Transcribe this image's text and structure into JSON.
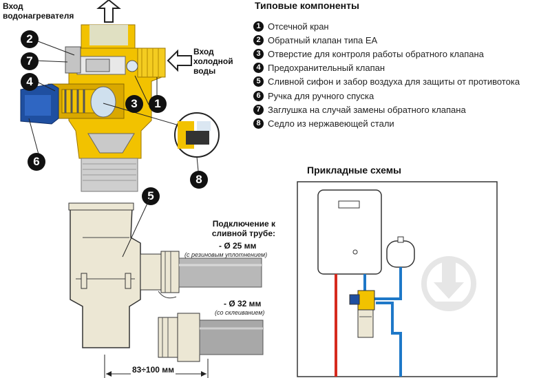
{
  "labels": {
    "heater_inlet": "Вход водонагревателя",
    "cold_inlet": "Вход холодной воды",
    "drain_connection": "Подключение к сливной трубе:",
    "dia25": "- Ø 25 мм",
    "dia25_note": "(с резиновым уплотнением)",
    "dia32": "- Ø 32 мм",
    "dia32_note": "(со склеиванием)",
    "distance": "83÷100 мм",
    "applied_schemes": "Прикладные схемы"
  },
  "components": {
    "title": "Типовые компоненты",
    "items": [
      {
        "num": "1",
        "text": "Отсечной кран"
      },
      {
        "num": "2",
        "text": "Обратный клапан типа EA"
      },
      {
        "num": "3",
        "text": "Отверстие для контроля работы обратного клапана"
      },
      {
        "num": "4",
        "text": "Предохранительный клапан"
      },
      {
        "num": "5",
        "text": "Сливной сифон и забор воздуха для защиты от противотока"
      },
      {
        "num": "6",
        "text": "Ручка для ручного спуска"
      },
      {
        "num": "7",
        "text": "Заглушка на случай замены обратного клапана"
      },
      {
        "num": "8",
        "text": "Седло из нержавеющей стали"
      }
    ]
  },
  "markers": {
    "m1": "1",
    "m2": "2",
    "m3": "3",
    "m4": "4",
    "m5": "5",
    "m6": "6",
    "m7": "7",
    "m8": "8"
  },
  "colors": {
    "brass": "#f2c200",
    "brass_dark": "#c99700",
    "steel": "#b8b8b8",
    "knob_blue": "#1f4fa0",
    "siphon": "#ece7d4",
    "hot_pipe": "#d62a1e",
    "cold_pipe": "#1e78c8",
    "watermark": "#e6e6e6"
  },
  "icons": [
    "arrow-up-icon",
    "arrow-left-icon",
    "download-watermark-icon"
  ]
}
